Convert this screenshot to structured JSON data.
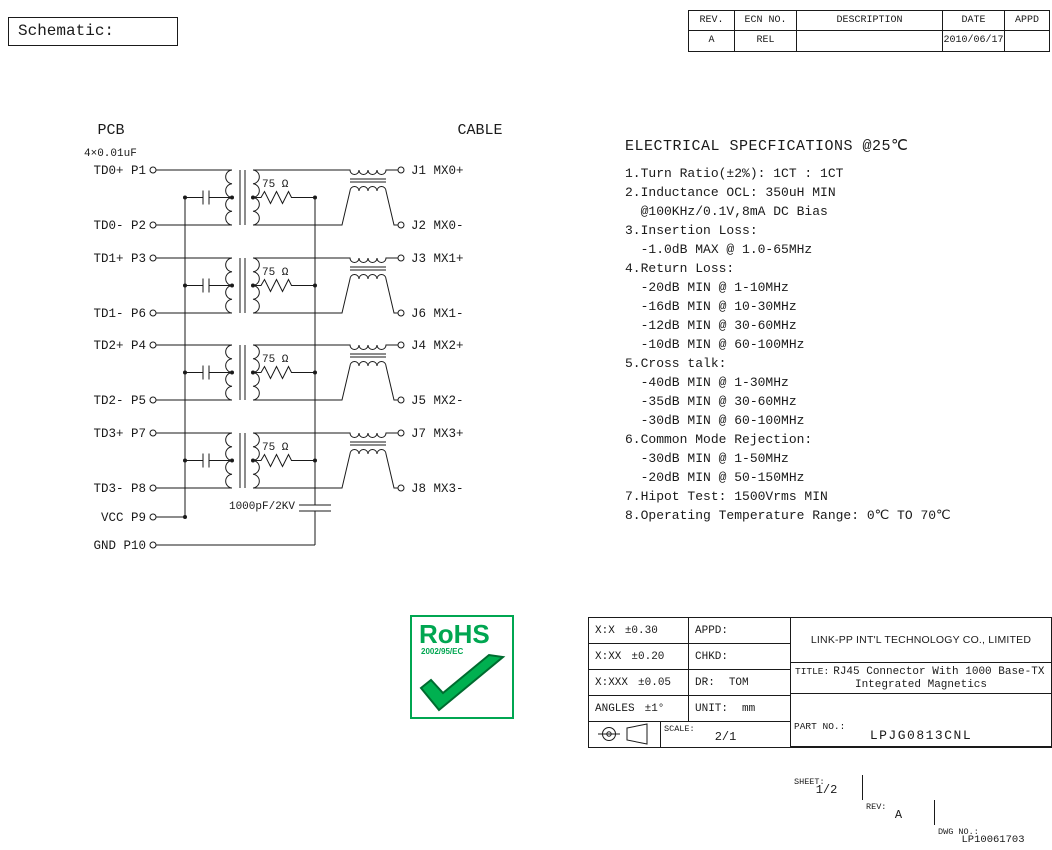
{
  "page": {
    "schematic_label": "Schematic:"
  },
  "revision_table": {
    "headers": [
      "REV.",
      "ECN NO.",
      "DESCRIPTION",
      "DATE",
      "APPD"
    ],
    "rows": [
      {
        "rev": "A",
        "ecn": "REL",
        "description": "",
        "date": "2010/06/17",
        "appd": ""
      }
    ]
  },
  "schematic": {
    "pcb_label": "PCB",
    "cable_label": "CABLE",
    "cap_label": "4×0.01uF",
    "bulk_cap_label": "1000pF/2KV",
    "resistor_label": "75 Ω",
    "pcb_pins": [
      "TD0+ P1",
      "TD0- P2",
      "TD1+ P3",
      "TD1- P6",
      "TD2+ P4",
      "TD2- P5",
      "TD3+ P7",
      "TD3- P8",
      "VCC P9",
      "GND P10"
    ],
    "cable_pins": [
      "J1 MX0+",
      "J2 MX0-",
      "J3 MX1+",
      "J6 MX1-",
      "J4 MX2+",
      "J5 MX2-",
      "J7 MX3+",
      "J8 MX3-"
    ]
  },
  "specs": {
    "title": "ELECTRICAL SPECFICATIONS @25℃",
    "lines": [
      "1.Turn Ratio(±2%): 1CT : 1CT",
      "2.Inductance OCL: 350uH MIN",
      "  @100KHz/0.1V,8mA DC Bias",
      "3.Insertion Loss:",
      "  -1.0dB MAX @ 1.0-65MHz",
      "4.Return Loss:",
      "  -20dB MIN @ 1-10MHz",
      "  -16dB MIN @ 10-30MHz",
      "  -12dB MIN @ 30-60MHz",
      "  -10dB MIN @ 60-100MHz",
      "5.Cross talk:",
      "  -40dB MIN @ 1-30MHz",
      "  -35dB MIN @ 30-60MHz",
      "  -30dB MIN @ 60-100MHz",
      "6.Common Mode Rejection:",
      "  -30dB MIN @ 1-50MHz",
      "  -20dB MIN @ 50-150MHz",
      "7.Hipot Test: 1500Vrms MIN",
      "8.Operating Temperature Range: 0℃ TO 70℃"
    ]
  },
  "rohs": {
    "title": "RoHS",
    "subtitle": "2002/95/EC"
  },
  "title_block": {
    "tolerances": [
      {
        "dim": "X:X",
        "tol": "±0.30",
        "label": "APPD:",
        "value": ""
      },
      {
        "dim": "X:XX",
        "tol": "±0.20",
        "label": "CHKD:",
        "value": ""
      },
      {
        "dim": "X:XXX",
        "tol": "±0.05",
        "label": "DR:",
        "value": "TOM"
      },
      {
        "dim": "ANGLES",
        "tol": "±1°",
        "label": "UNIT:",
        "value": "mm"
      }
    ],
    "company": "LINK-PP INT'L TECHNOLOGY CO., LIMITED",
    "title_label": "TITLE:",
    "title_line1": "RJ45 Connector With 1000 Base-TX",
    "title_line2": "Integrated Magnetics",
    "part_no_label": "PART NO.:",
    "part_no": "LPJG0813CNL",
    "scale_label": "SCALE:",
    "scale": "2/1",
    "sheet_label": "SHEET:",
    "sheet": "1/2",
    "rev_label": "REV:",
    "rev": "A",
    "dwg_label": "DWG NO.:",
    "dwg_no": "LP10061703"
  }
}
